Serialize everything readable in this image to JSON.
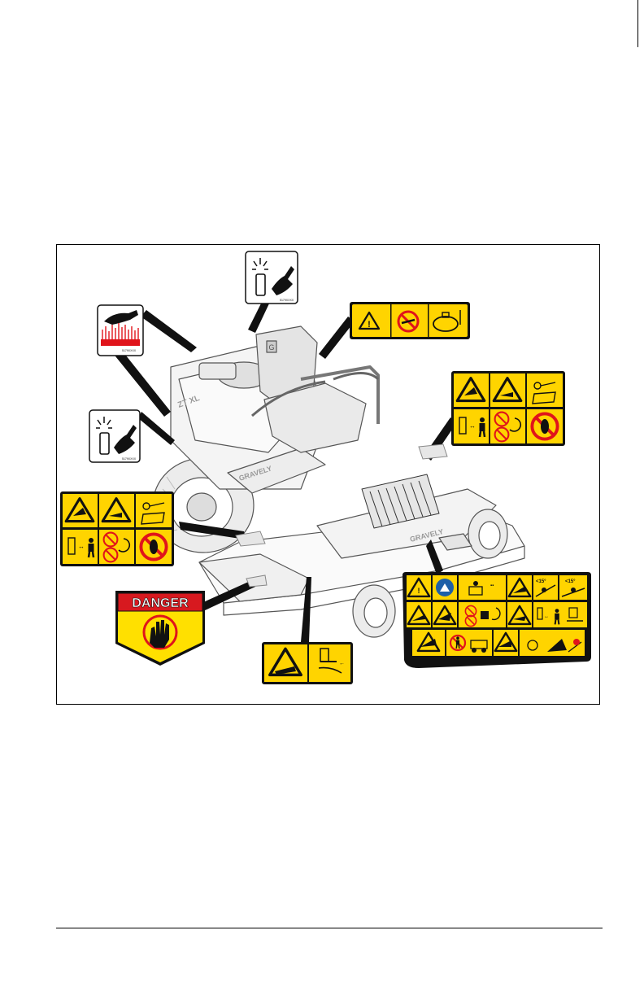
{
  "figure": {
    "brand": "GRAVELY",
    "model_badge": "ZT XL",
    "seat_badge": "G",
    "danger_decal": {
      "header": "DANGER",
      "colors": {
        "header_bg": "#d7191f",
        "body_bg": "#ffe000"
      }
    },
    "decal_codes": {
      "burn": "5179XXXX",
      "pressure_top": "5179XXXX",
      "pressure_left": "5179XXXX"
    },
    "slope_labels": [
      "<15°",
      "<15°"
    ],
    "colors": {
      "decal_yellow": "#ffd400",
      "decal_black": "#111111",
      "prohibit_red": "#e0141b",
      "info_blue": "#1d5fa8"
    }
  }
}
